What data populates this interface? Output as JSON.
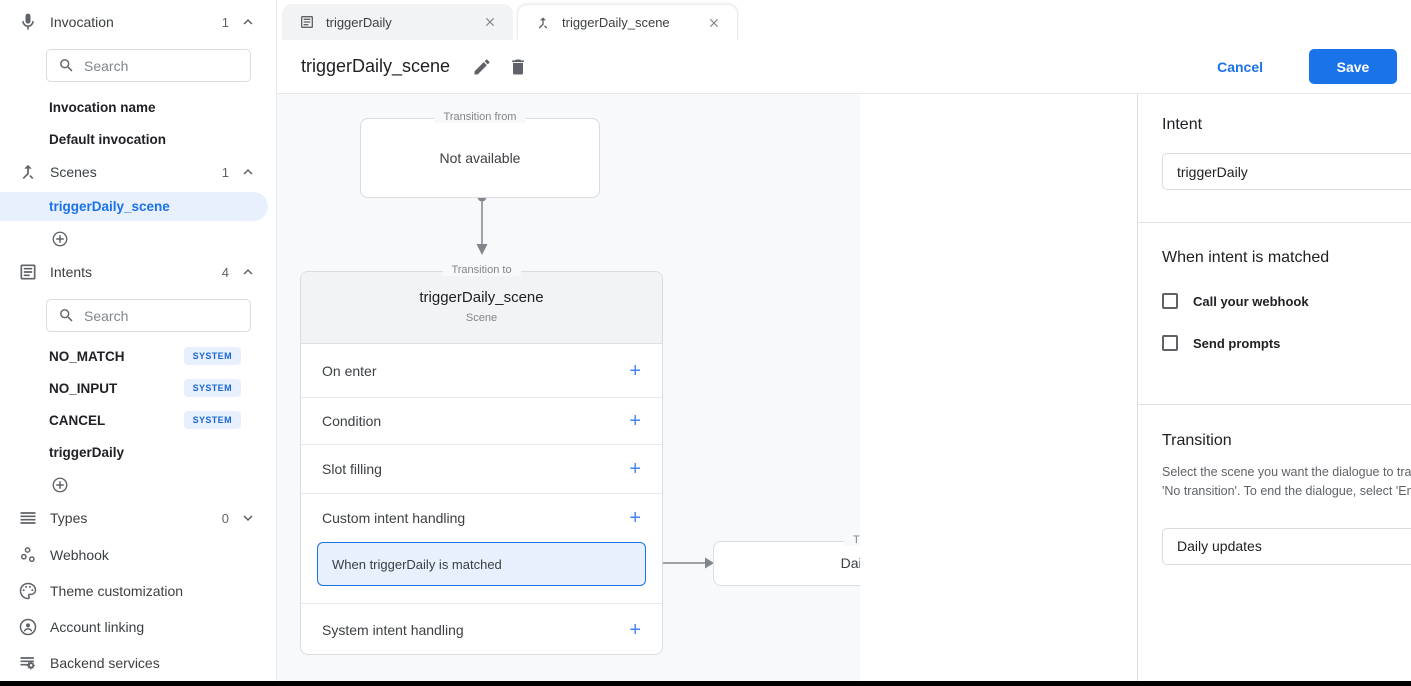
{
  "colors": {
    "accent": "#1a73e8",
    "selection_bg": "#e8f0fe",
    "badge_text": "#1967d2"
  },
  "sidebar": {
    "invocation": {
      "label": "Invocation",
      "count": "1",
      "search_placeholder": "Search",
      "items": [
        "Invocation name",
        "Default invocation"
      ]
    },
    "scenes": {
      "label": "Scenes",
      "count": "1",
      "selected_item": "triggerDaily_scene"
    },
    "intents": {
      "label": "Intents",
      "count": "4",
      "search_placeholder": "Search",
      "items": [
        {
          "name": "NO_MATCH",
          "badge": "SYSTEM"
        },
        {
          "name": "NO_INPUT",
          "badge": "SYSTEM"
        },
        {
          "name": "CANCEL",
          "badge": "SYSTEM"
        },
        {
          "name": "triggerDaily",
          "badge": ""
        }
      ]
    },
    "types": {
      "label": "Types",
      "count": "0"
    },
    "links": [
      "Webhook",
      "Theme customization",
      "Account linking",
      "Backend services"
    ]
  },
  "tabs": [
    {
      "label": "triggerDaily"
    },
    {
      "label": "triggerDaily_scene"
    }
  ],
  "header": {
    "title": "triggerDaily_scene",
    "cancel_label": "Cancel",
    "save_label": "Save"
  },
  "canvas": {
    "transition_from": {
      "legend": "Transition from",
      "text": "Not available"
    },
    "scene_node": {
      "legend": "Transition to",
      "title": "triggerDaily_scene",
      "subtitle": "Scene",
      "sections": [
        "On enter",
        "Condition",
        "Slot filling",
        "Custom intent handling",
        "System intent handling"
      ],
      "matched_item": "When triggerDaily is matched"
    },
    "target_node": {
      "legend": "Transition to",
      "text": "Daily updates"
    }
  },
  "panel": {
    "intent": {
      "heading": "Intent",
      "value": "triggerDaily"
    },
    "matched": {
      "heading": "When intent is matched",
      "checkboxes": [
        "Call your webhook",
        "Send prompts"
      ]
    },
    "transition": {
      "heading": "Transition",
      "description": "Select the scene you want the dialogue to transition to. If no transition is needed, select 'No transition'. To end the dialogue, select 'End conversation'.",
      "value": "Daily updates"
    }
  }
}
